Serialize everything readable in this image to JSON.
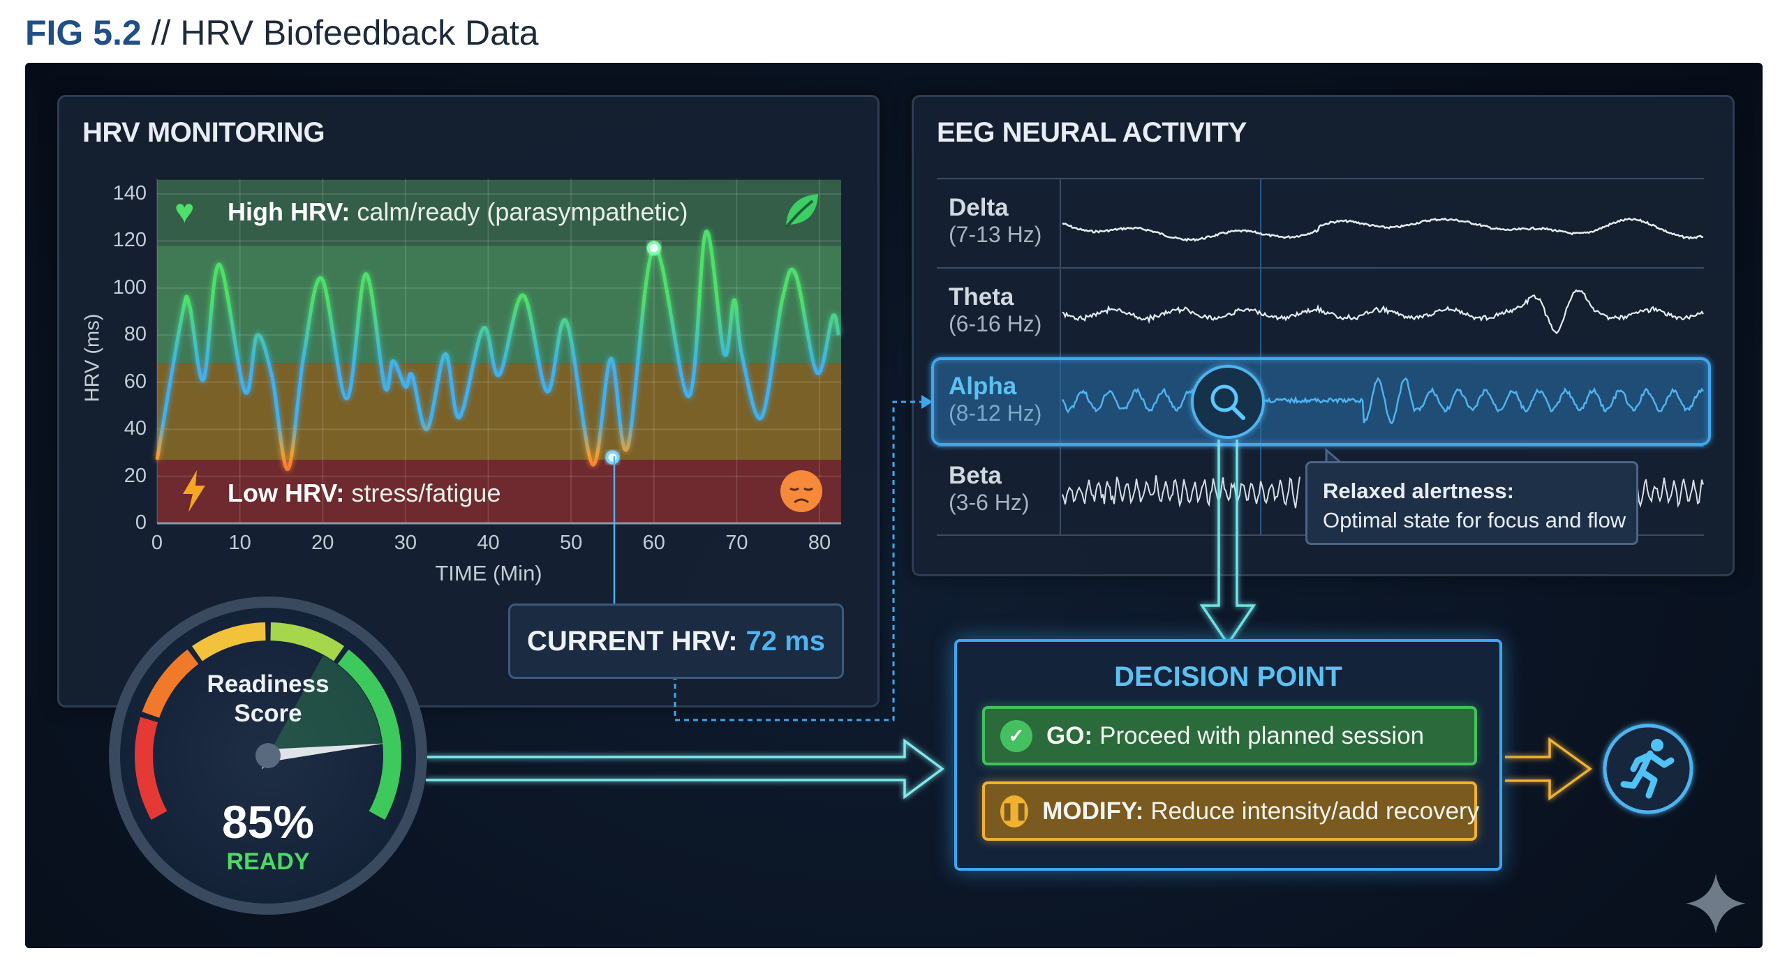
{
  "figure": {
    "number": "FIG 5.2",
    "separator": "//",
    "title": "HRV Biofeedback Data"
  },
  "hrv_panel": {
    "title": "HRV MONITORING",
    "high_band": {
      "label_bold": "High HRV:",
      "label_rest": "calm/ready (parasympathetic)",
      "icon_left": "heart-pulse-icon",
      "icon_right": "leaf-icon"
    },
    "low_band": {
      "label_bold": "Low HRV:",
      "label_rest": "stress/fatigue",
      "icon_left": "lightning-bolt-icon",
      "icon_right": "tired-face-emoji-icon"
    },
    "current": {
      "label": "CURRENT HRV:",
      "value": "72 ms"
    }
  },
  "chart_data": {
    "type": "line",
    "title": "",
    "xlabel": "TIME (Min)",
    "ylabel": "HRV (ms)",
    "xlim": [
      0,
      82.5
    ],
    "ylim": [
      0,
      146
    ],
    "xticks": [
      0,
      10,
      20,
      30,
      40,
      50,
      60,
      70,
      80
    ],
    "yticks": [
      0,
      20,
      40,
      60,
      80,
      100,
      120,
      140
    ],
    "grid": true,
    "bands": [
      {
        "from": 0,
        "to": 27,
        "color": "#6e2a2e"
      },
      {
        "from": 27,
        "to": 68,
        "color": "#7a6128"
      },
      {
        "from": 68,
        "to": 118,
        "color": "#3f7a55"
      },
      {
        "from": 118,
        "to": 146,
        "color": "#345e48"
      }
    ],
    "series": [
      {
        "x": [
          0,
          3,
          3.9,
          5.6,
          7.5,
          10.6,
          12.1,
          13.9,
          15.8,
          17.7,
          19.9,
          22.9,
          25.2,
          27.5,
          28.5,
          30,
          30.8,
          32.6,
          34.8,
          36.5,
          39.4,
          41.3,
          44.2,
          47.1,
          49.4,
          52.6,
          54.8,
          56.8,
          60,
          64.2,
          66.3,
          68.5,
          69.7,
          70.6,
          73,
          75.5,
          77.1,
          79.7,
          81.6,
          82.3
        ],
        "y": [
          27,
          88,
          93,
          61,
          110,
          56,
          80,
          62,
          23,
          71,
          104,
          53,
          106,
          58,
          69,
          58,
          63,
          40,
          72,
          45,
          83,
          63,
          97,
          56,
          86,
          25,
          70,
          32,
          117,
          54,
          124,
          72,
          95,
          72,
          45,
          95,
          106,
          64,
          88,
          80
        ]
      }
    ],
    "markers": [
      {
        "x": 60,
        "y": 117,
        "color": "#7dffa8"
      },
      {
        "x": 55,
        "y": 28,
        "color": "#7fd0ff"
      }
    ],
    "line_colors": {
      "high": "#4ee06a",
      "mid": "#3fb0f0",
      "low_mid": "#f0a030",
      "low": "#ff4530"
    }
  },
  "gauge": {
    "label": "Readiness Score",
    "value_percent": 85,
    "value_text": "85%",
    "status": "READY",
    "status_color": "#4cd964"
  },
  "eeg_panel": {
    "title": "EEG NEURAL ACTIVITY",
    "bands": [
      {
        "name": "Delta",
        "range": "(7-13 Hz)"
      },
      {
        "name": "Theta",
        "range": "(6-16 Hz)"
      },
      {
        "name": "Alpha",
        "range": "(8-12 Hz)",
        "highlighted": true
      },
      {
        "name": "Beta",
        "range": "(3-6 Hz)"
      }
    ],
    "tooltip": {
      "title": "Relaxed alertness:",
      "text": "Optimal state for focus and flow"
    },
    "magnifier_icon": "magnifier-icon"
  },
  "decision": {
    "title": "DECISION POINT",
    "options": [
      {
        "key": "GO:",
        "text": "Proceed with planned session",
        "icon": "check-icon",
        "color": "#44c061"
      },
      {
        "key": "MODIFY:",
        "text": "Reduce intensity/add recovery",
        "icon": "pause-icon",
        "color": "#f0b030"
      }
    ],
    "outcome_icon": "running-person-icon"
  },
  "colors": {
    "accent": "#3fa7ee",
    "background": "#0a1322"
  }
}
